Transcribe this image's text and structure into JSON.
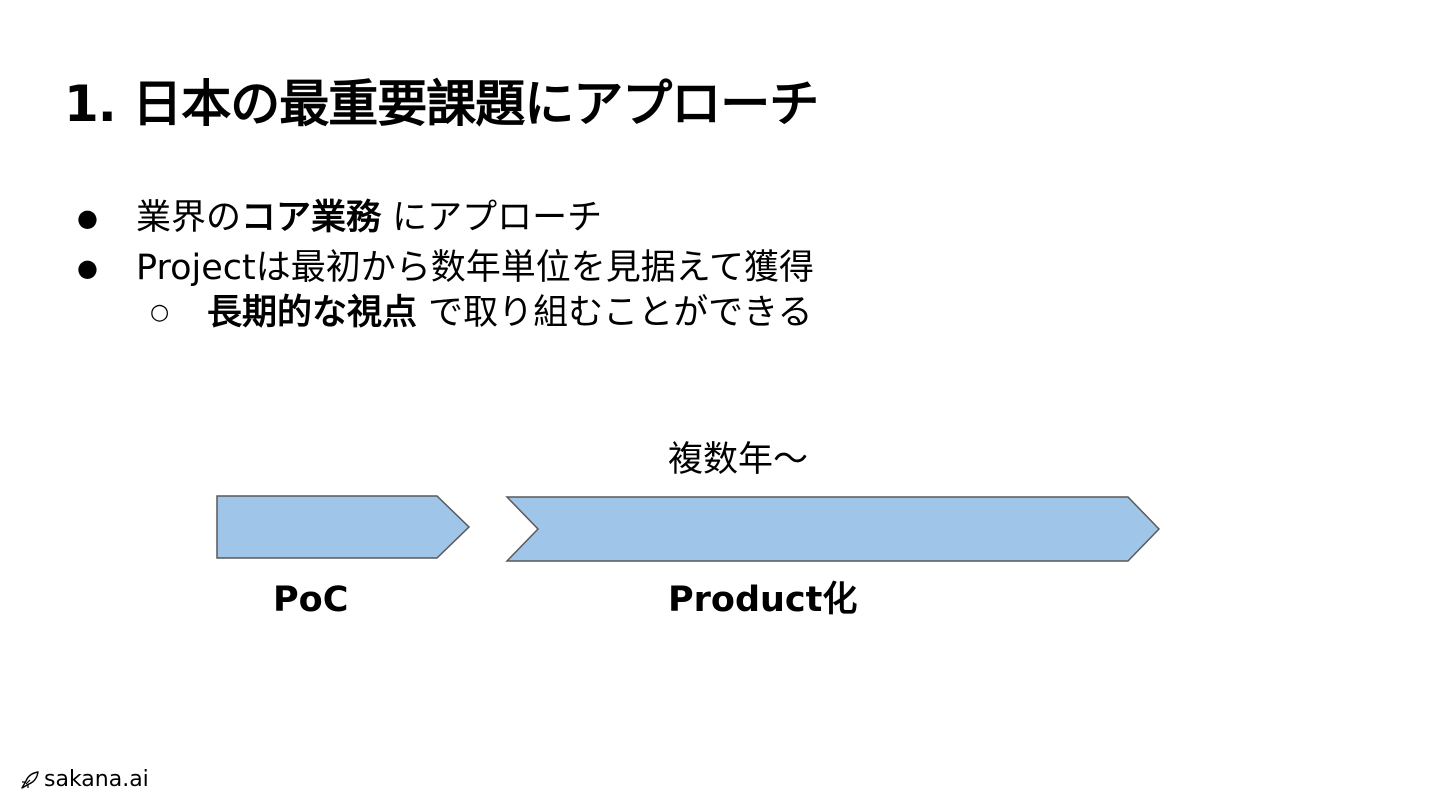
{
  "slide": {
    "title": "1. 日本の最重要課題にアプローチ"
  },
  "bullets": [
    {
      "marker": "●",
      "text_before": "業界の",
      "bold": "コア業務",
      "text_after": " にアプローチ"
    },
    {
      "marker": "●",
      "text": "Projectは最初から数年単位を見据えて獲得"
    }
  ],
  "sub_bullet": {
    "marker": "○",
    "bold": "長期的な視点",
    "text_after": " で取り組むことができる"
  },
  "timeline": {
    "duration_label": "複数年～",
    "fill_color": "#9fc5e8",
    "stroke_color": "#595959",
    "phases": [
      {
        "label": "PoC"
      },
      {
        "label": "Product化"
      }
    ]
  },
  "footer": {
    "logo_text": "sakana.ai",
    "logo_icon": "fish-icon"
  }
}
